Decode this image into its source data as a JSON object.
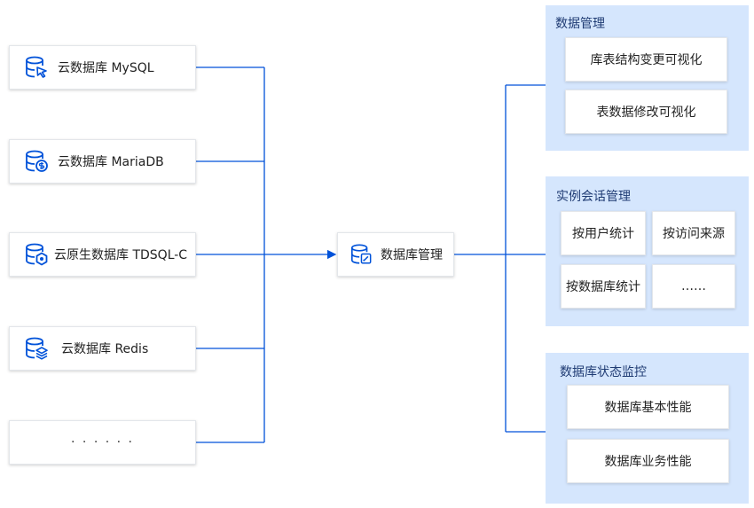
{
  "colors": {
    "line": "#0052d9",
    "icon": "#0052d9",
    "group_bg": "#d5e6fd",
    "card_border": "#e3e6ea"
  },
  "sources": [
    {
      "label": "云数据库 MySQL",
      "icon": "database-cursor-icon"
    },
    {
      "label": "云数据库 MariaDB",
      "icon": "database-dollar-icon"
    },
    {
      "label": "云原生数据库 TDSQL-C",
      "icon": "database-hexagon-icon"
    },
    {
      "label": "云数据库 Redis",
      "icon": "database-layers-icon"
    },
    {
      "label": "· · · · · ·",
      "icon": ""
    }
  ],
  "center": {
    "label": "数据库管理",
    "icon": "database-edit-icon"
  },
  "groups": [
    {
      "title": "数据管理",
      "items": [
        "库表结构变更可视化",
        "表数据修改可视化"
      ]
    },
    {
      "title": "实例会话管理",
      "items": [
        "按用户统计",
        "按访问来源",
        "按数据库统计",
        "……"
      ]
    },
    {
      "title": "数据库状态监控",
      "items": [
        "数据库基本性能",
        "数据库业务性能"
      ]
    }
  ]
}
